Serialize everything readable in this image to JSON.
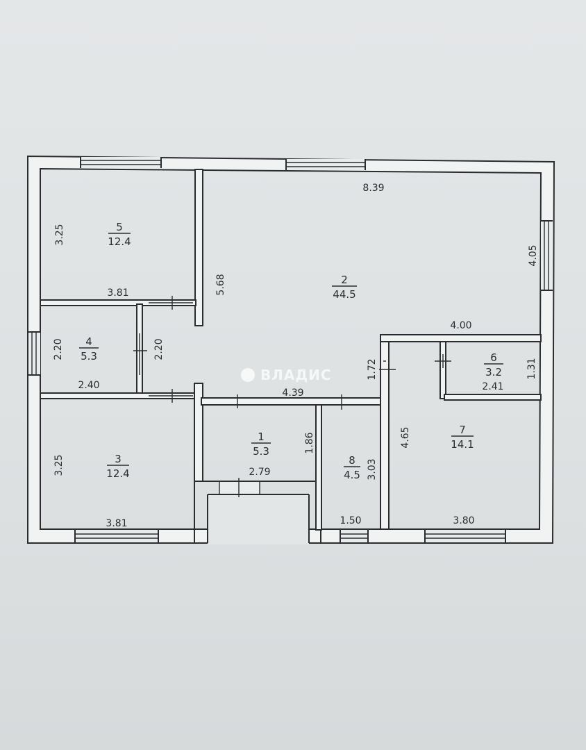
{
  "watermark": "ВЛАДИС",
  "rooms": [
    {
      "number": "1",
      "area": "5.3"
    },
    {
      "number": "2",
      "area": "44.5"
    },
    {
      "number": "3",
      "area": "12.4"
    },
    {
      "number": "4",
      "area": "5.3"
    },
    {
      "number": "5",
      "area": "12.4"
    },
    {
      "number": "6",
      "area": "3.2"
    },
    {
      "number": "7",
      "area": "14.1"
    },
    {
      "number": "8",
      "area": "4.5"
    }
  ],
  "dimensions": {
    "top_width": "8.39",
    "right_height": "4.05",
    "room5_height": "3.25",
    "room5_width": "3.81",
    "partition_568": "5.68",
    "room4_height": "2.20",
    "room4_width": "2.40",
    "corridor_height": "2.20",
    "corridor_width": "4.39",
    "corridor_172": "1.72",
    "room7_top_width": "4.00",
    "room6_width": "2.41",
    "room6_height": "1.31",
    "room3_height": "3.25",
    "room3_width": "3.81",
    "room1_height": "1.86",
    "room1_width": "2.79",
    "room8_height": "3.03",
    "room8_width": "1.50",
    "room7_height": "4.65",
    "room7_width": "3.80"
  }
}
